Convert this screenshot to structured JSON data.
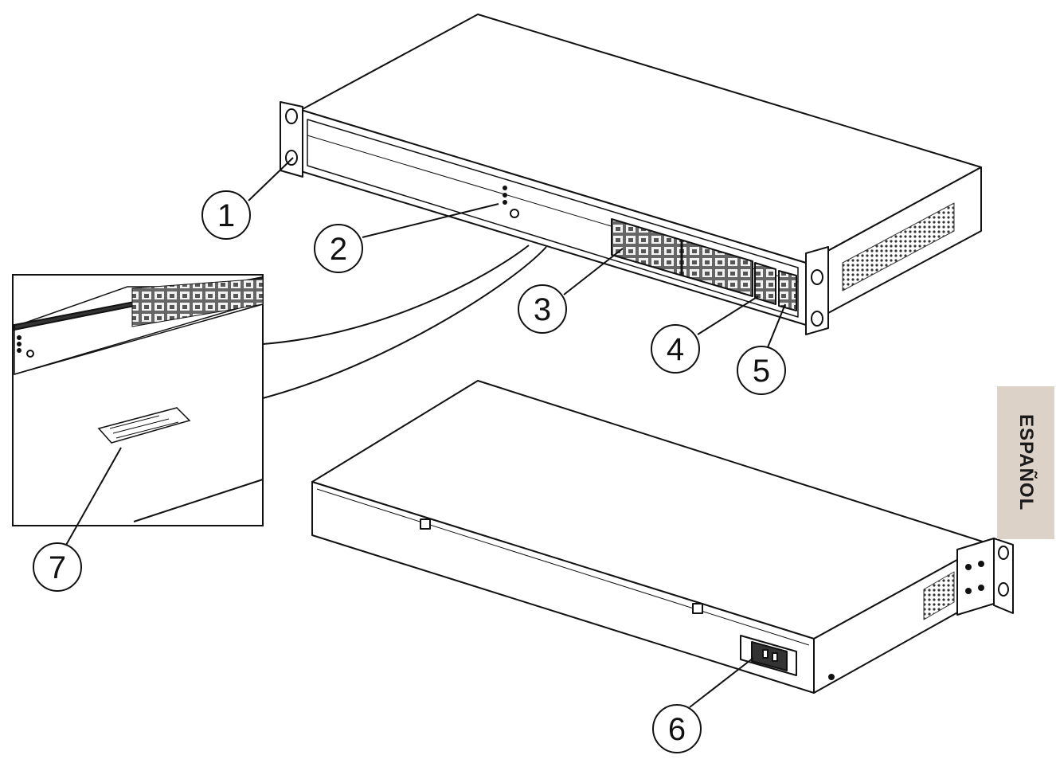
{
  "side_tab": {
    "label": "ESPAÑOL",
    "background": "#dcd2c8"
  },
  "callouts": [
    "1",
    "2",
    "3",
    "4",
    "5",
    "6",
    "7"
  ],
  "icons": {
    "switch_front": "network-switch-front-view",
    "switch_rear": "network-switch-rear-view",
    "detail_inset": "bottom-label-detail",
    "power_inlet": "power-inlet-icon"
  }
}
